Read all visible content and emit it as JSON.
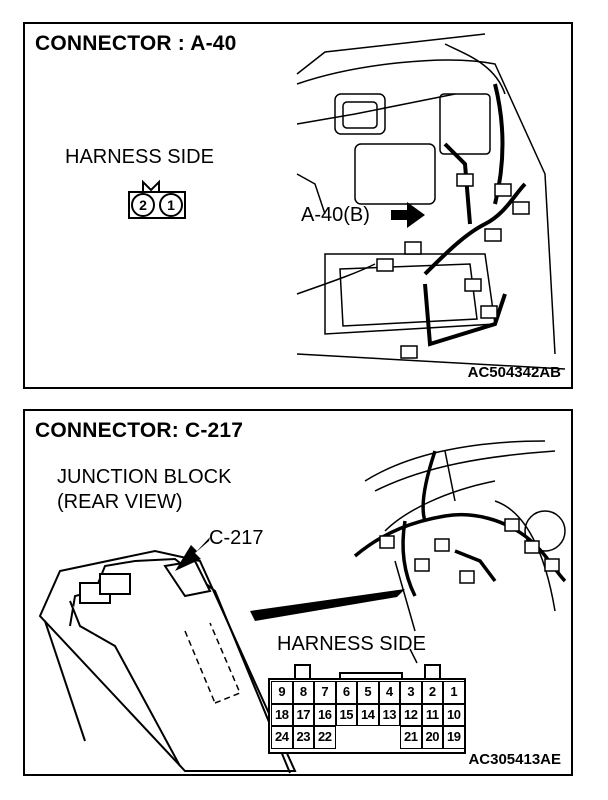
{
  "panels": [
    {
      "title": "CONNECTOR : A-40",
      "side_label": "HARNESS SIDE",
      "pins": [
        "2",
        "1"
      ],
      "callout": "A-40(B)",
      "code": "AC504342AB"
    },
    {
      "title": "CONNECTOR: C-217",
      "block_label_1": "JUNCTION BLOCK",
      "block_label_2": "(REAR VIEW)",
      "callout": "C-217",
      "side_label": "HARNESS SIDE",
      "pins_row1": [
        "9",
        "8",
        "7",
        "6",
        "5",
        "4",
        "3",
        "2",
        "1"
      ],
      "pins_row2": [
        "18",
        "17",
        "16",
        "15",
        "14",
        "13",
        "12",
        "11",
        "10"
      ],
      "pins_row3_left": [
        "24",
        "23",
        "22"
      ],
      "pins_row3_right": [
        "21",
        "20",
        "19"
      ],
      "code": "AC305413AE"
    }
  ]
}
